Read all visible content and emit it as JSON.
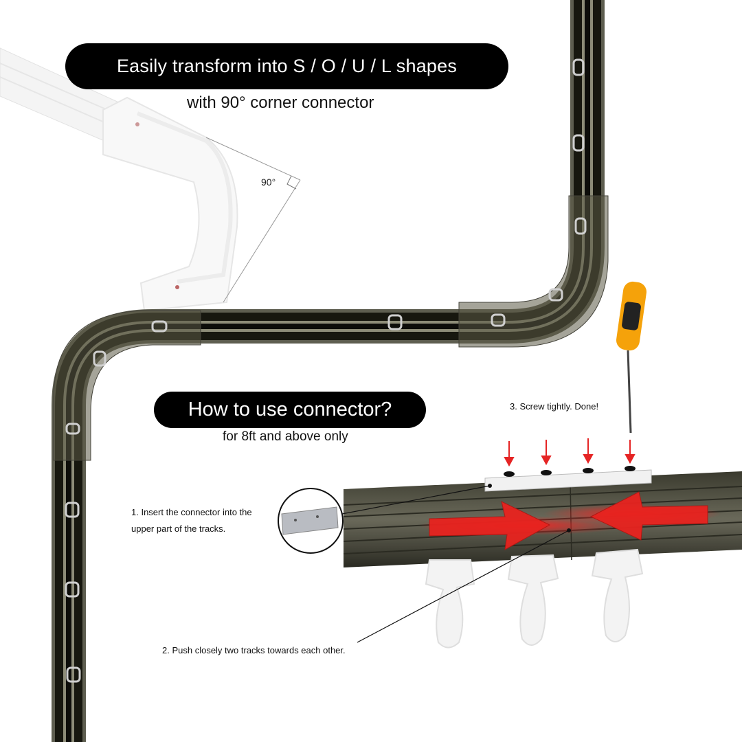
{
  "headline": "Easily transform into S / O / U / L shapes",
  "headline_sub": "with 90° corner connector",
  "angle_label": "90°",
  "connector_heading": "How to use connector?",
  "connector_sub": "for 8ft and above only",
  "steps": [
    "1. Insert the connector into the upper part of the tracks.",
    "2. Push closely two tracks towards each other.",
    "3. Screw tightly. Done!"
  ],
  "colors": {
    "track_dark": "#1c1d17",
    "track_olive": "#6f6e5c",
    "arrow_red": "#e52424",
    "pill_black": "#000000",
    "screwdriver_orange": "#f5a20a"
  },
  "icons": [
    "screwdriver-icon",
    "down-arrow-icon",
    "push-arrow-icon",
    "magnifier-circle-icon"
  ]
}
